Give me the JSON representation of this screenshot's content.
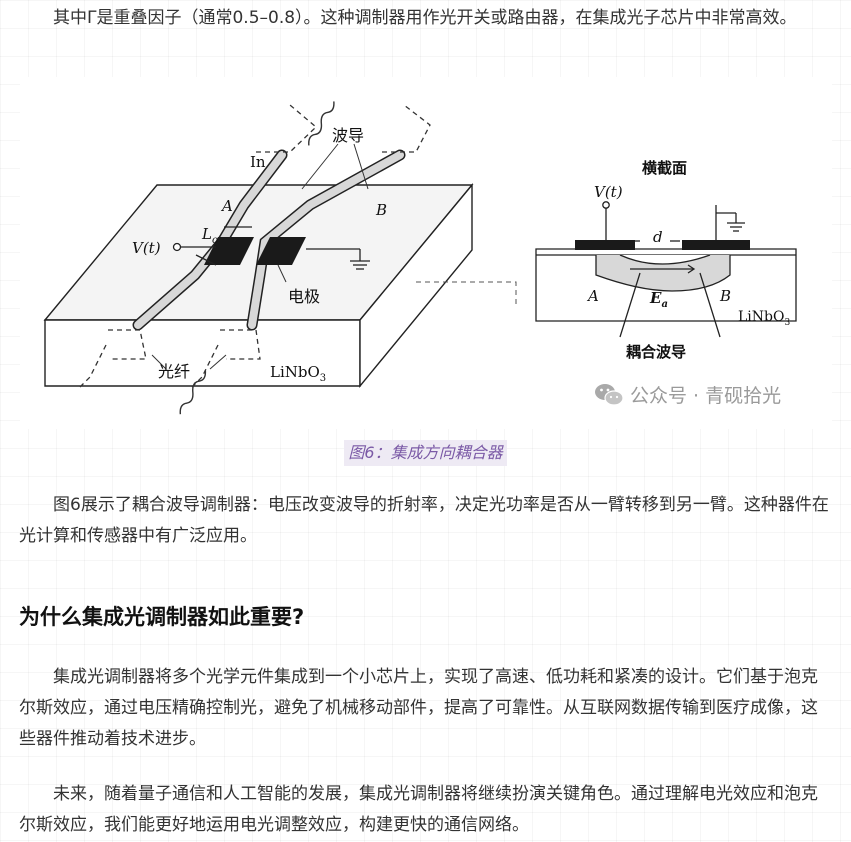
{
  "paragraphs": {
    "p1": "其中Γ是重叠因子（通常0.5–0.8）。这种调制器用作光开关或路由器，在集成光子芯片中非常高效。",
    "p2": "图6展示了耦合波导调制器：电压改变波导的折射率，决定光功率是否从一臂转移到另一臂。这种器件在光计算和传感器中有广泛应用。",
    "p3": "集成光调制器将多个光学元件集成到一个小芯片上，实现了高速、低功耗和紧凑的设计。它们基于泡克尔斯效应，通过电压精确控制光，避免了机械移动部件，提高了可靠性。从互联网数据传输到医疗成像，这些器件推动着技术进步。",
    "p4": "未来，随着量子通信和人工智能的发展，集成光调制器将继续扮演关键角色。通过理解电光效应和泡克尔斯效应，我们能更好地运用电光调整效应，构建更快的通信网络。"
  },
  "heading": "为什么集成光调制器如此重要?",
  "figure": {
    "caption": "图6：集成方向耦合器",
    "labels": {
      "in": "In",
      "waveguide": "波导",
      "a": "A",
      "b": "B",
      "voltage": "V(t)",
      "length": "L",
      "length_sub": "o",
      "electrode": "电极",
      "fiber": "光纤",
      "substrate": "LiNbO",
      "substrate_sub": "3",
      "cross_section": "横截面",
      "voltage_cs": "V(t)",
      "gap": "d",
      "a_cs": "A",
      "b_cs": "B",
      "field": "E",
      "field_sub": "a",
      "substrate_cs": "LiNbO",
      "substrate_cs_sub": "3",
      "coupled_waveguide": "耦合波导"
    }
  },
  "watermark": {
    "text": "公众号 · 青砚拾光",
    "icon": "wechat-icon"
  }
}
